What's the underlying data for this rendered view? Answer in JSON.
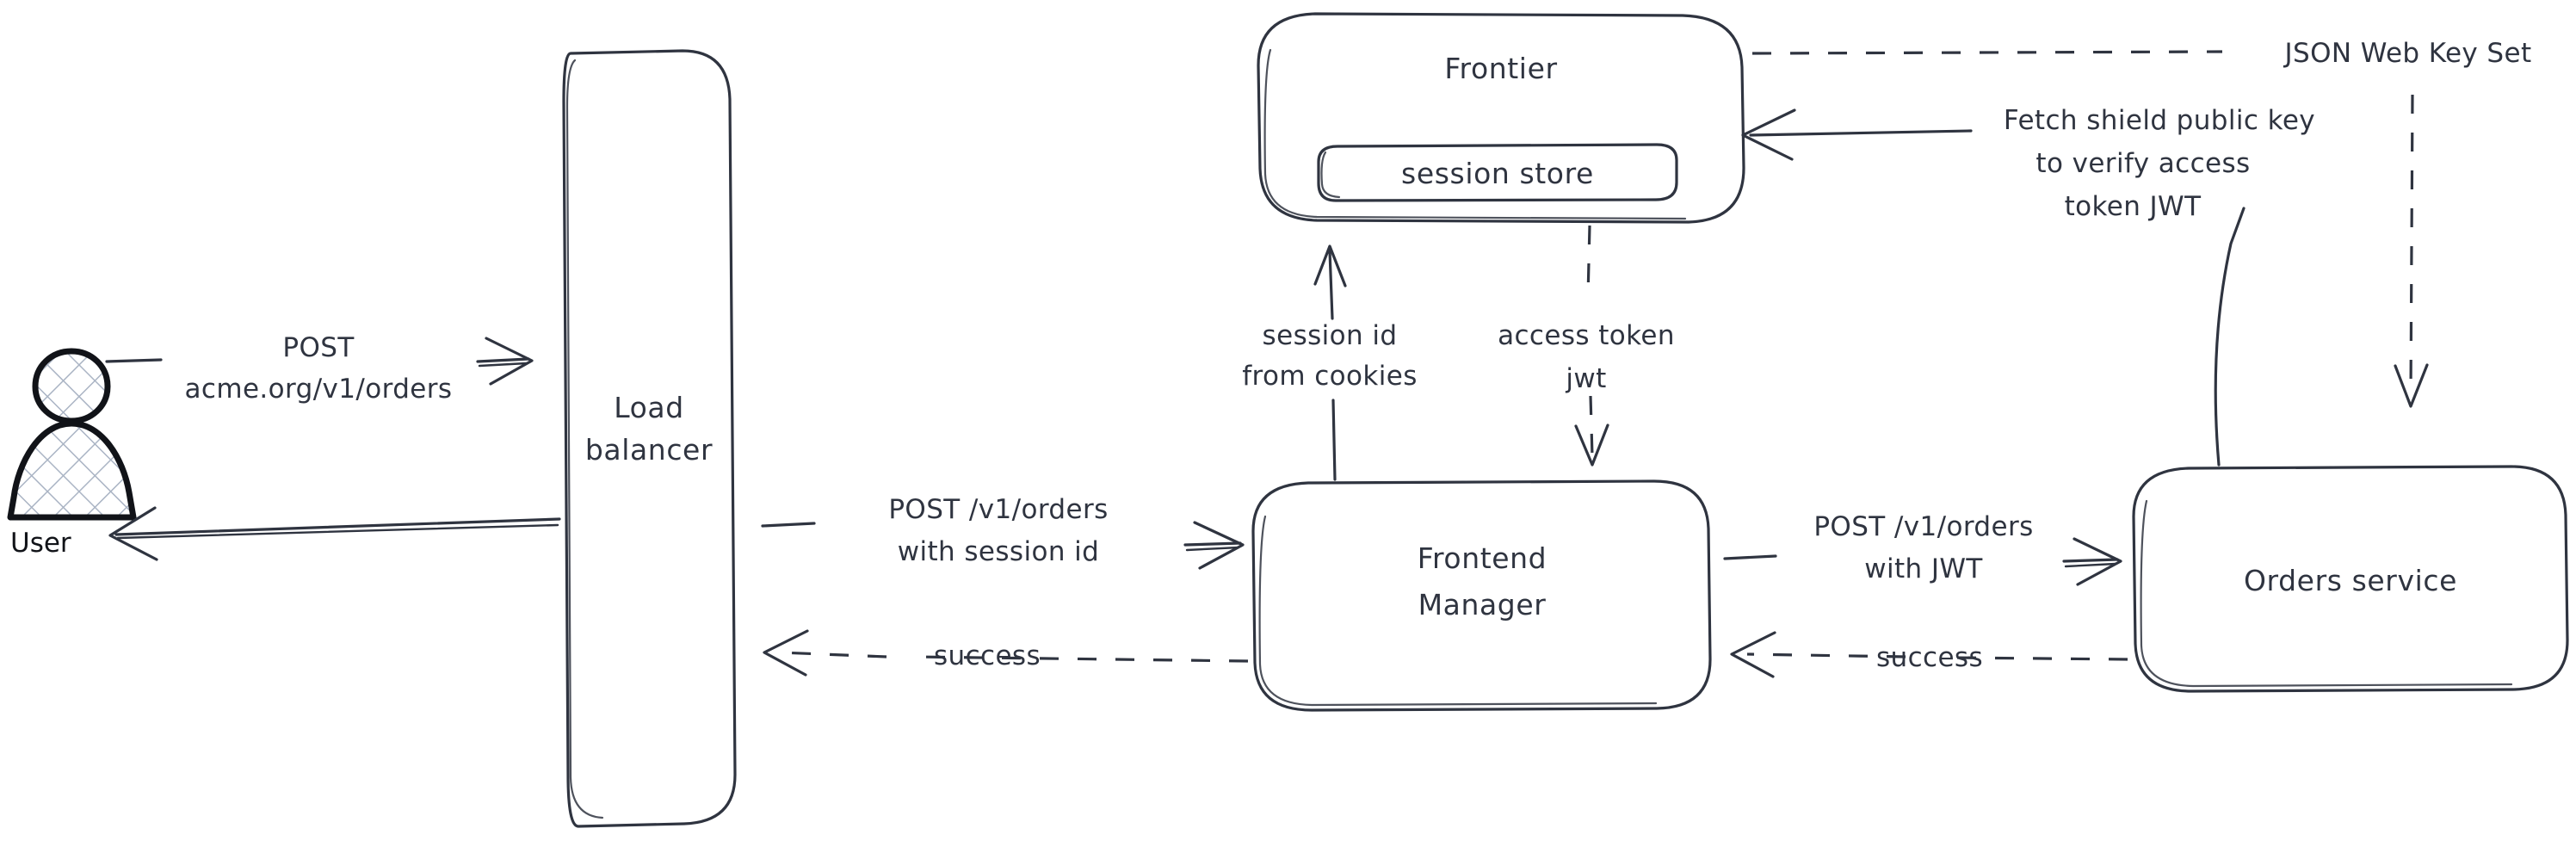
{
  "diagram": {
    "title": "Authentication request flow",
    "background": "#ffffff",
    "stroke_color": "#2f3440",
    "actor_stroke_color": "#111318",
    "hatch_color": "#aab4c4",
    "style": "hand-drawn sketch"
  },
  "actors": {
    "user": {
      "label": "User",
      "icon": "person-icon"
    }
  },
  "nodes": {
    "load_balancer": {
      "label_line1": "Load",
      "label_line2": "balancer"
    },
    "frontier": {
      "label": "Frontier"
    },
    "session_store": {
      "label": "session store"
    },
    "frontend_manager": {
      "label_line1": "Frontend",
      "label_line2": "Manager"
    },
    "orders_service": {
      "label": "Orders service"
    }
  },
  "edges": {
    "user_to_lb": {
      "label_line1": "POST",
      "label_line2": "acme.org/v1/orders",
      "style": "solid",
      "direction": "right"
    },
    "lb_to_user": {
      "label": "",
      "style": "solid",
      "direction": "left"
    },
    "lb_to_fm": {
      "label_line1": "POST /v1/orders",
      "label_line2": "with session id",
      "style": "solid",
      "direction": "right"
    },
    "fm_to_lb": {
      "label": "success",
      "style": "dashed",
      "direction": "left"
    },
    "fm_to_frontier": {
      "label_line1": "session id",
      "label_line2": "from cookies",
      "style": "solid",
      "direction": "up"
    },
    "frontier_to_fm": {
      "label_line1": "access token",
      "label_line2": "jwt",
      "style": "dashed",
      "direction": "down"
    },
    "fm_to_orders": {
      "label_line1": "POST /v1/orders",
      "label_line2": "with JWT",
      "style": "solid",
      "direction": "right"
    },
    "orders_to_fm": {
      "label": "success",
      "style": "dashed",
      "direction": "left"
    },
    "orders_to_frontier": {
      "label_line1": "Fetch shield public key",
      "label_line2": "to verify access",
      "label_line3": "token JWT",
      "style": "solid",
      "direction": "left"
    },
    "frontier_to_orders": {
      "label": "JSON Web Key Set",
      "style": "dashed",
      "direction": "down"
    }
  }
}
